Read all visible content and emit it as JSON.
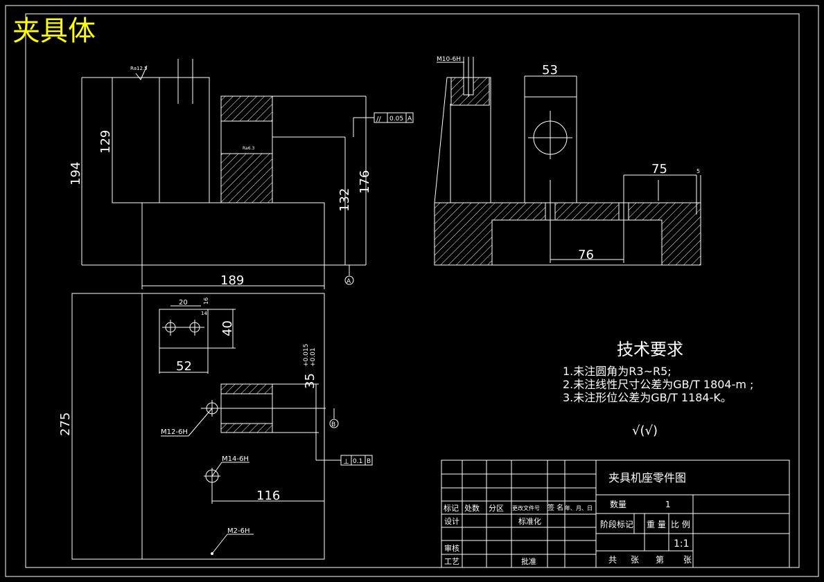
{
  "drawing_title": "夹具体",
  "colors": {
    "background": "#000000",
    "lines": "#ffffff",
    "title": "#ffff00"
  },
  "front_view": {
    "roughness_top": "Ra12.5",
    "roughness_slot": "Ra6.3",
    "dim_height_total": "194",
    "dim_height_block": "129",
    "dim_height_132": "132",
    "dim_height_176": "176",
    "dim_width": "189",
    "tolerance_parallel": "//",
    "tolerance_value": "0.05",
    "tolerance_datum": "A",
    "datum_symbol": "A"
  },
  "side_view": {
    "thread_label": "M10-6H",
    "dim_53": "53",
    "dim_75": "75",
    "dim_5": "5",
    "dim_76": "76"
  },
  "top_view": {
    "dim_20": "20",
    "dim_16": "16",
    "dim_14": "14",
    "dim_40": "40",
    "dim_52": "52",
    "dim_275": "275",
    "dim_35": "35",
    "tol_upper": "+0.015",
    "tol_lower": "+0.01",
    "thread_m12": "M12-6H",
    "thread_m14": "M14-6H",
    "thread_m2": "M2-6H",
    "dim_116": "116",
    "tolerance_perp": "⊥",
    "tolerance_value": "0.1",
    "tolerance_datum": "B",
    "datum_symbol": "B"
  },
  "notes": {
    "heading": "技术要求",
    "items": [
      "1.未注圆角为R3~R5;",
      "2.未注线性尺寸公差为GB/T 1804-m ;",
      "3.未注形位公差为GB/T 1184-K。"
    ],
    "roughness_symbol": "√(√)"
  },
  "title_block": {
    "part_name": "夹具机座零件图",
    "quantity_label": "数量",
    "quantity_value": "1",
    "stage_label": "阶段标记",
    "weight_label": "重 量",
    "scale_label": "比 例",
    "scale_value": "1:1",
    "total_label": "共",
    "sheet_label": "张",
    "no_label": "第",
    "sheet_label2": "张",
    "mark_label": "标记",
    "count_label": "处数",
    "zone_label": "分区",
    "change_doc_label": "更改文件号",
    "sign_label": "签 名",
    "date_label": "年、月、日",
    "design_label": "设计",
    "standard_label": "标准化",
    "review_label": "审核",
    "process_label": "工艺",
    "approve_label": "批准"
  }
}
